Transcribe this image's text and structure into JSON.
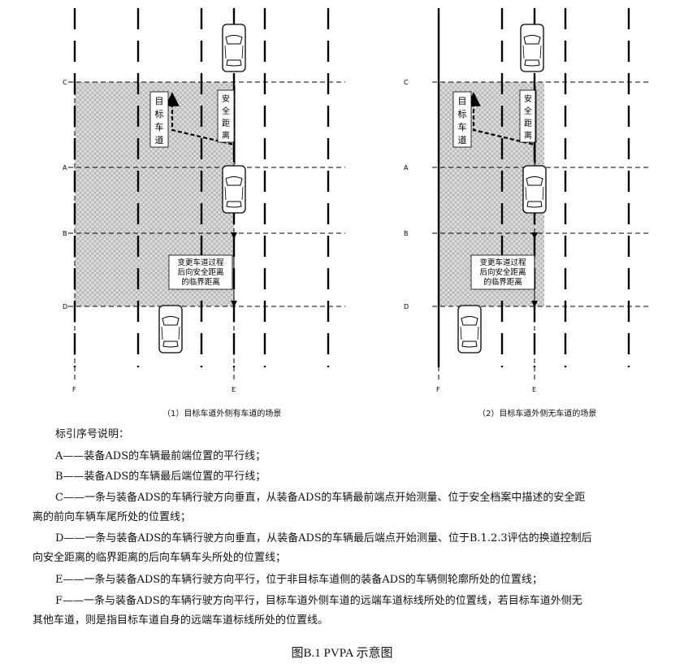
{
  "panels": [
    {
      "caption": "（1）目标车道外侧有车道的场景",
      "line_labels": {
        "C": "C",
        "A": "A",
        "B": "B",
        "D": "D",
        "F": "F",
        "E": "E"
      },
      "target_lane_text": [
        "目",
        "标",
        "车",
        "道"
      ],
      "safe_distance_text": [
        "安",
        "全",
        "距",
        "离"
      ],
      "rear_distance_text": [
        "变更车道过程",
        "后向安全距离",
        "的临界距离"
      ],
      "outer_lane": true
    },
    {
      "caption": "（2）目标车道外侧无车道的场景",
      "line_labels": {
        "C": "C",
        "A": "A",
        "B": "B",
        "D": "D",
        "F": "F",
        "E": "E"
      },
      "target_lane_text": [
        "目",
        "标",
        "车",
        "道"
      ],
      "safe_distance_text": [
        "安",
        "全",
        "距",
        "离"
      ],
      "rear_distance_text": [
        "变更车道过程",
        "后向安全距离",
        "的临界距离"
      ],
      "outer_lane": false
    }
  ],
  "legend": {
    "heading": "标引序号说明：",
    "a": "A——装备ADS的车辆最前端位置的平行线；",
    "b": "B——装备ADS的车辆最后端位置的平行线；",
    "c1": "C——一条与装备ADS的车辆行驶方向垂直，从装备ADS的车辆最前端点开始测量、位于安全档案中描述的安全距",
    "c2": "离的前向车辆车尾所处的位置线；",
    "d1": "D——一条与装备ADS的车辆行驶方向垂直，从装备ADS的车辆最后端点开始测量、位于B.1.2.3评估的换道控制后",
    "d2": "向安全距离的临界距离的后向车辆车头所处的位置线；",
    "e": "E——一条与装备ADS的车辆行驶方向平行，位于非目标车道侧的装备ADS的车辆侧轮廓所处的位置线；",
    "f1": "F——一条与装备ADS的车辆行驶方向平行，目标车道外侧车道的远端车道标线所处的位置线，若目标车道外侧无",
    "f2": "其他车道，则是指目标车道自身的远端车道标线所处的位置线。"
  },
  "figure_title": "图B.1 PVPA 示意图"
}
